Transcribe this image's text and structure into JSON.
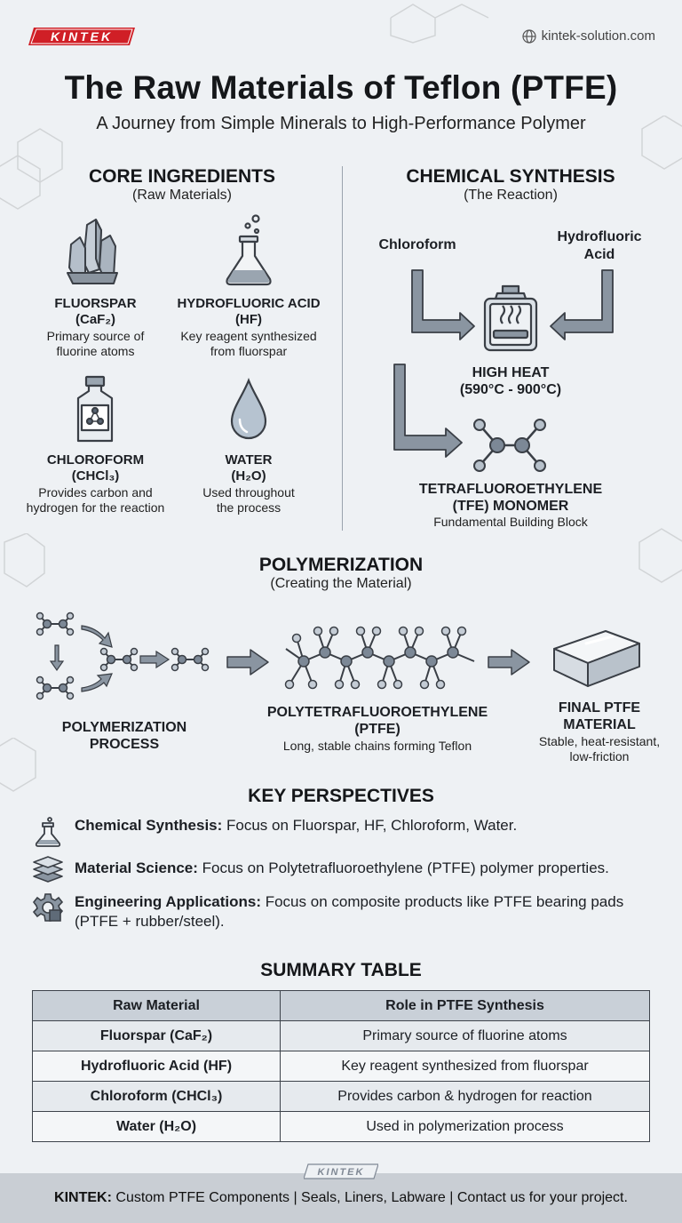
{
  "brand": {
    "logo_text": "KINTEK",
    "website": "kintek-solution.com"
  },
  "header": {
    "title": "The Raw Materials of Teflon (PTFE)",
    "subtitle": "A Journey from Simple Minerals to High-Performance Polymer"
  },
  "core": {
    "title": "CORE INGREDIENTS",
    "subtitle": "(Raw Materials)",
    "items": [
      {
        "name": "FLUORSPAR",
        "formula": "(CaF₂)",
        "desc1": "Primary source of",
        "desc2": "fluorine atoms",
        "icon": "crystal-icon"
      },
      {
        "name": "HYDROFLUORIC ACID",
        "formula": "(HF)",
        "desc1": "Key reagent synthesized",
        "desc2": "from fluorspar",
        "icon": "flask-icon"
      },
      {
        "name": "CHLOROFORM",
        "formula": "(CHCl₃)",
        "desc1": "Provides carbon and",
        "desc2": "hydrogen for the reaction",
        "icon": "bottle-icon"
      },
      {
        "name": "WATER",
        "formula": "(H₂O)",
        "desc1": "Used throughout",
        "desc2": "the process",
        "icon": "water-drop-icon"
      }
    ]
  },
  "synthesis": {
    "title": "CHEMICAL SYNTHESIS",
    "subtitle": "(The Reaction)",
    "input1": "Chloroform",
    "input2a": "Hydrofluoric",
    "input2b": "Acid",
    "heat": "HIGH HEAT",
    "temp": "(590°C - 900°C)",
    "product1": "TETRAFLUOROETHYLENE",
    "product2": "(TFE) MONOMER",
    "product_desc": "Fundamental Building Block"
  },
  "polymerization": {
    "title": "POLYMERIZATION",
    "subtitle": "(Creating the Material)",
    "process1": "POLYMERIZATION",
    "process2": "PROCESS",
    "polymer1": "POLYTETRAFLUOROETHYLENE",
    "polymer2": "(PTFE)",
    "polymer_desc": "Long, stable chains forming Teflon",
    "final1": "FINAL PTFE",
    "final2": "MATERIAL",
    "final_desc1": "Stable, heat-resistant,",
    "final_desc2": "low-friction"
  },
  "perspectives": {
    "title": "KEY PERSPECTIVES",
    "items": [
      {
        "label": "Chemical Synthesis:",
        "text": " Focus on Fluorspar, HF, Chloroform, Water.",
        "icon": "flask-icon"
      },
      {
        "label": "Material Science:",
        "text": " Focus on Polytetrafluoroethylene (PTFE) polymer properties.",
        "icon": "layers-icon"
      },
      {
        "label": "Engineering Applications:",
        "text": " Focus on composite products like PTFE bearing pads",
        "text2": "(PTFE + rubber/steel).",
        "icon": "gear-icon"
      }
    ]
  },
  "summary": {
    "title": "SUMMARY TABLE",
    "headers": [
      "Raw Material",
      "Role in PTFE Synthesis"
    ],
    "rows": [
      [
        "Fluorspar (CaF₂)",
        "Primary source of fluorine atoms"
      ],
      [
        "Hydrofluoric Acid (HF)",
        "Key reagent synthesized from fluorspar"
      ],
      [
        "Chloroform (CHCl₃)",
        "Provides carbon & hydrogen for reaction"
      ],
      [
        "Water (H₂O)",
        "Used in polymerization process"
      ]
    ]
  },
  "footer": {
    "brand": "KINTEK:",
    "text": " Custom PTFE Components | Seals, Liners, Labware | Contact us for your project."
  }
}
